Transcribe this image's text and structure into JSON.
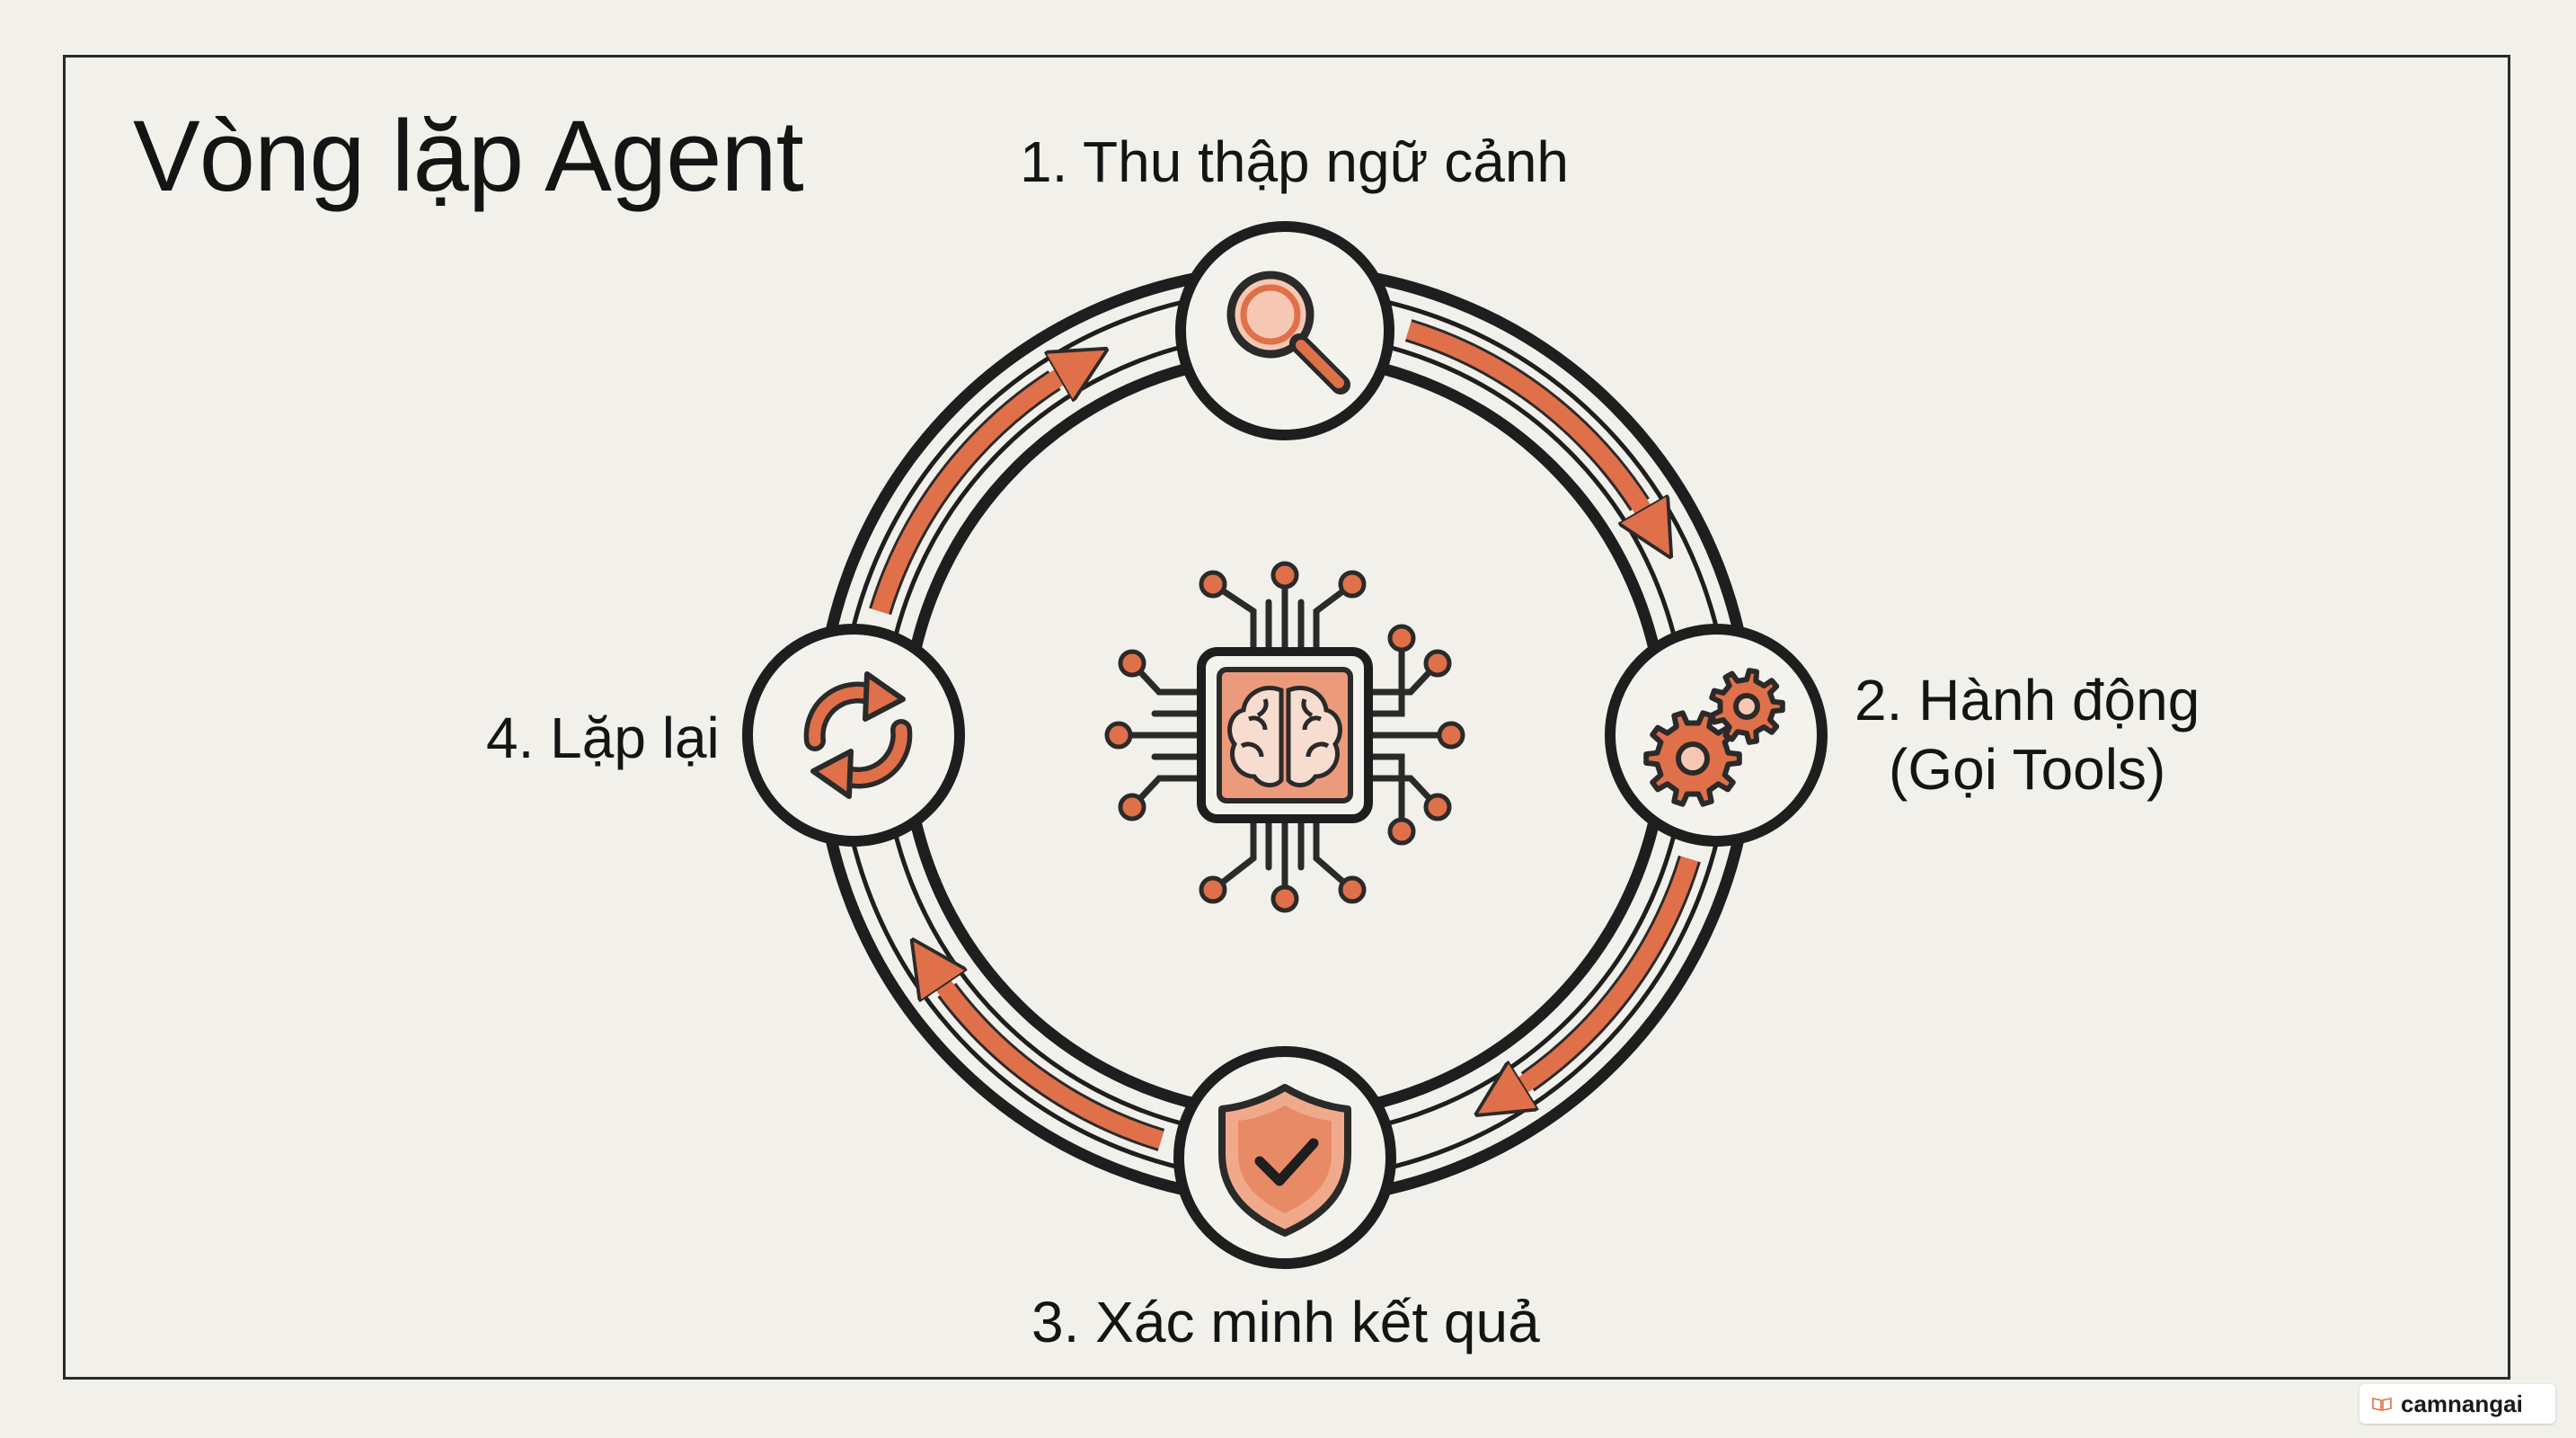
{
  "title": "Vòng lặp Agent",
  "steps": [
    {
      "label": "1. Thu thập ngữ cảnh",
      "icon": "magnifier-icon"
    },
    {
      "label_line1": "2. Hành động",
      "label_line2": "(Gọi Tools)",
      "icon": "gears-icon"
    },
    {
      "label": "3. Xác minh kết quả",
      "icon": "shield-check-icon"
    },
    {
      "label": "4. Lặp lại",
      "icon": "refresh-icon"
    }
  ],
  "center_icon": "ai-chip-brain-icon",
  "watermark": {
    "text": "camnangai",
    "icon": "book-icon"
  },
  "colors": {
    "accent": "#e0704a",
    "accent_light": "#f0b49b",
    "ink": "#1e1e1e",
    "background": "#f1f0ea"
  }
}
